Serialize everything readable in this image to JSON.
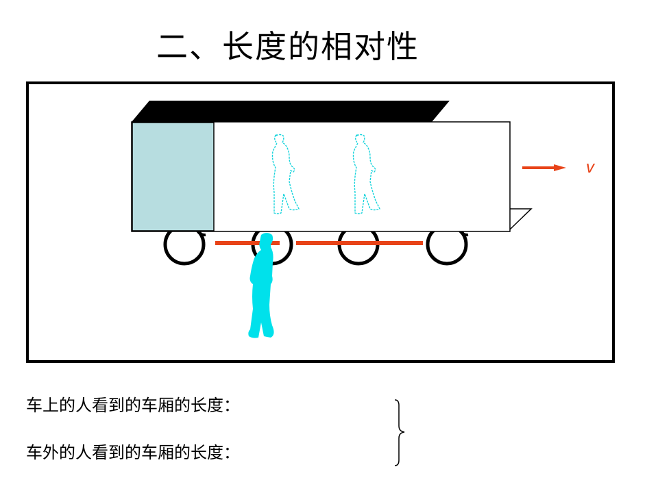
{
  "title": "二、长度的相对性",
  "velocity_label": "v",
  "captions": [
    "车上的人看到的车厢的长度：",
    "车外的人看到的车厢的长度："
  ],
  "colors": {
    "frame": "#000000",
    "cab": "#b7dde0",
    "roof": "#000000",
    "measure_bar": "#e84318",
    "arrow": "#e84318",
    "person_outline": "#18d4dc",
    "person_outside": "#00e1eb"
  },
  "icons": {
    "passenger": "person-outline-icon",
    "observer": "person-silhouette-icon",
    "arrow": "arrow-right-icon"
  }
}
